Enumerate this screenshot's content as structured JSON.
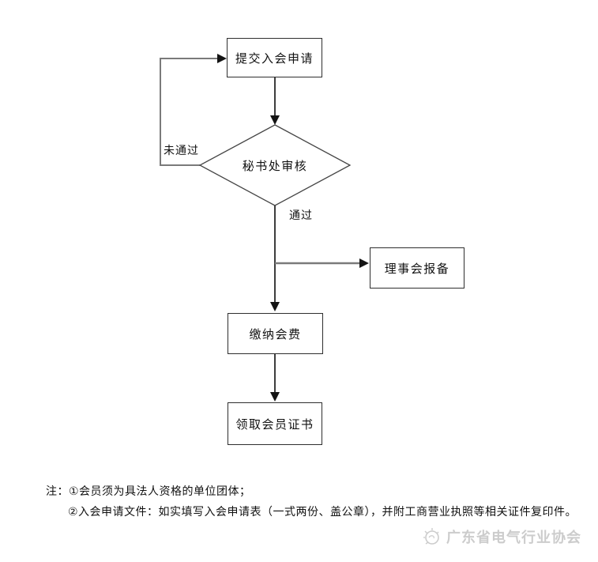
{
  "flowchart": {
    "nodes": {
      "submit": {
        "label": "提交入会申请",
        "type": "process"
      },
      "review": {
        "label": "秘书处审核",
        "type": "decision"
      },
      "board": {
        "label": "理事会报备",
        "type": "process"
      },
      "fee": {
        "label": "缴纳会费",
        "type": "process"
      },
      "cert": {
        "label": "领取会员证书",
        "type": "process"
      }
    },
    "edges": {
      "fail_label": "未通过",
      "pass_label": "通过"
    }
  },
  "notes": {
    "line1": "注：①会员须为具法人资格的单位团体；",
    "line2": "②入会申请文件：如实填写入会申请表（一式两份、盖公章），并附工商营业执照等相关证件复印件。"
  },
  "watermark": {
    "org_name": "广东省电气行业协会",
    "logo_icon": "sun-logo-icon"
  },
  "colors": {
    "box_border": "#2e2e2e",
    "connector_dark": "#3d3d3d",
    "connector_gray": "#7a7a7a",
    "arrowhead": "#141414",
    "watermark_gray": "#cccccc"
  }
}
